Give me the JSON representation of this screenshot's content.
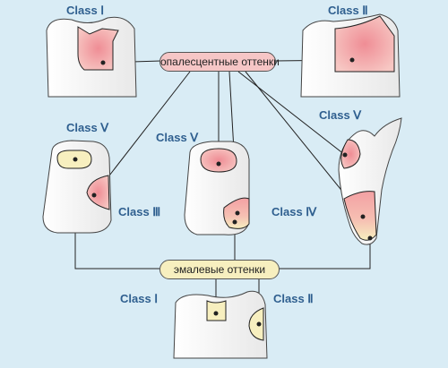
{
  "labels": {
    "top_left": "Class Ⅰ",
    "top_right": "Class Ⅱ",
    "mid_left": "Class Ⅴ",
    "mid_center": "Class Ⅴ",
    "mid_right": "Class Ⅴ",
    "class3": "Class Ⅲ",
    "class4": "Class Ⅳ",
    "bottom_left": "Class Ⅰ",
    "bottom_right": "Class Ⅱ"
  },
  "pills": {
    "opalescent": "опалесцентные оттенки",
    "enamel": "эмалевые оттенки"
  },
  "colors": {
    "opalescent_fill": "#f3a9a9",
    "enamel_fill": "#f7efbf",
    "background": "#d9ecf5"
  }
}
